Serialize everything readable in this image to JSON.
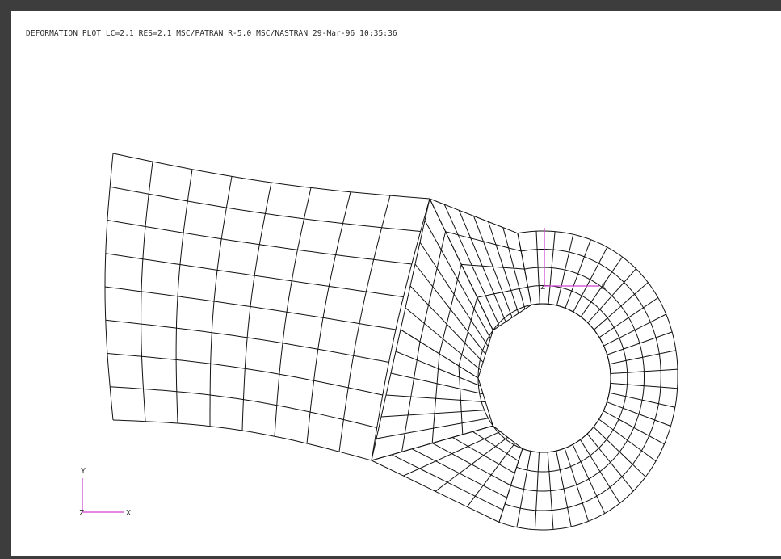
{
  "title": "DEFORMATION PLOT  LC=2.1 RES=2.1 MSC/PATRAN R-5.0 MSC/NASTRAN 29-Mar-96 10:35:36",
  "colors": {
    "background_frame": "#3d3d3d",
    "viewport": "#ffffff",
    "mesh": "#111111",
    "triad": "#d040d0",
    "text": "#2a2a2a"
  },
  "global_triad": {
    "x_label": "X",
    "y_label": "Y",
    "z_label": "Z"
  },
  "local_triad": {
    "x_label": "X",
    "z_label": "Z"
  }
}
